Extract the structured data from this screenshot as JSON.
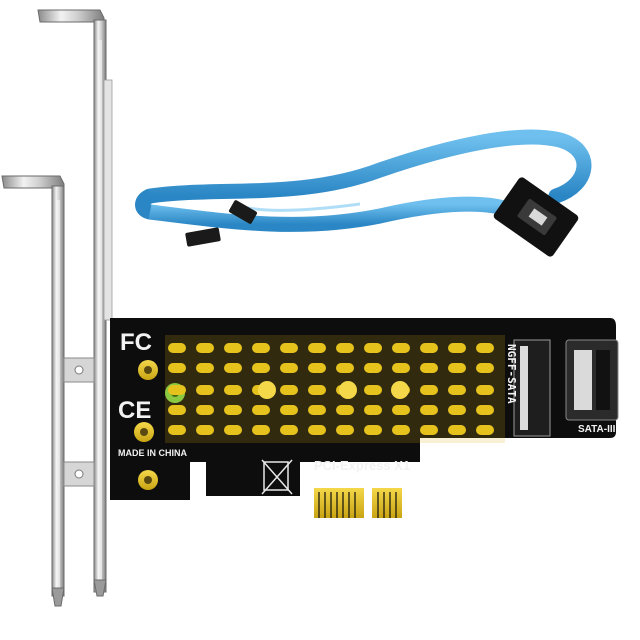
{
  "product": {
    "fcc_mark": "FC",
    "ce_mark": "CE",
    "origin_label": "MADE IN CHINA",
    "slot_label": "NGFF-SATA",
    "interface_label": "PCI-Express X1",
    "port_label": "SATA-III"
  },
  "colors": {
    "pcb": "#0d0d0d",
    "gold": "#e6c21d",
    "cable": "#3f9fd8",
    "bracket": "#c9c9c9"
  }
}
